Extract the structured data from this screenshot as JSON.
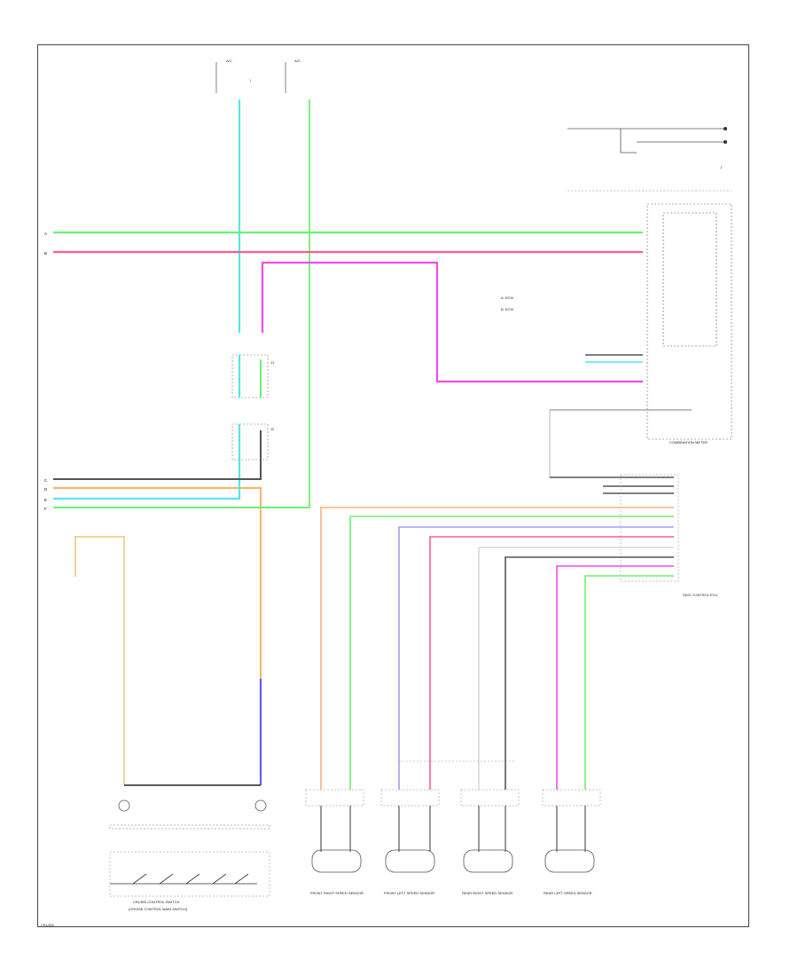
{
  "colors": {
    "light_green": "#6ef06e",
    "pink": "#ff5f8a",
    "magenta": "#f04af0",
    "cyan": "#55e6ea",
    "orange": "#ffb07a",
    "tan": "#f0d49a",
    "blue": "#5f5ff0",
    "lavender": "#9f9ff8",
    "gray": "#555555",
    "white_wire": "#d8d8d8",
    "black": "#222222"
  },
  "labels": {
    "connector_a": "A",
    "connector_b": "B",
    "connector_c": "C",
    "connector_d": "D",
    "connector_e": "E",
    "connector_f": "F",
    "legend_a": "A: ECM",
    "legend_b": "B: ECM",
    "combination_meter": "COMBINATION METER",
    "cruise_switch": "CRUISE CONTROL SWITCH",
    "cruise_switch_2": "(CRUISE CONTROL MAIN SWITCH)",
    "front_left_sensor": "FRONT LEFT SPEED SENSOR",
    "front_right_sensor": "FRONT RIGHT SPEED SENSOR",
    "rear_left_sensor": "REAR LEFT SPEED SENSOR",
    "rear_right_sensor": "REAR RIGHT SPEED SENSOR",
    "skid_control": "SKID CONTROL ECU",
    "footer": "CRUISE"
  }
}
